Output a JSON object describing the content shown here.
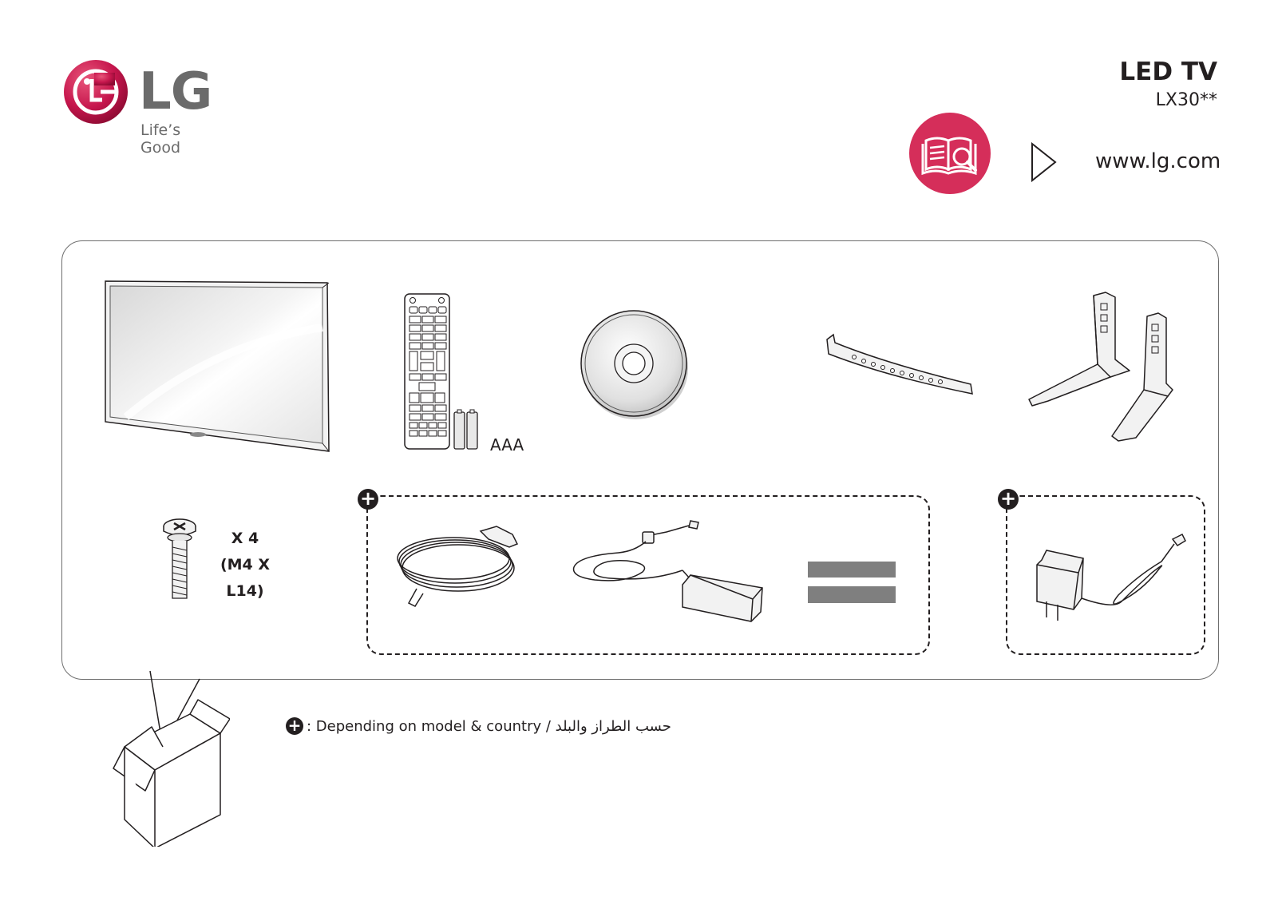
{
  "brand": {
    "name": "LG",
    "slogan": "Life’s Good",
    "color": "#c6164d"
  },
  "header": {
    "title": "LED TV",
    "model": "LX30**",
    "manual_icon": "manual-book-icon",
    "manual_icon_color": "#d52e5a",
    "arrow_icon": "triangle-arrow-icon",
    "url": "www.lg.com"
  },
  "components": {
    "batteries_label": "AAA",
    "screw_qty": "X 4",
    "screw_spec": "(M4 X L14)",
    "optional_marker": "+"
  },
  "footnote": {
    "marker": "+",
    "text": ": Depending on model & country / حسب الطراز والبلد"
  }
}
